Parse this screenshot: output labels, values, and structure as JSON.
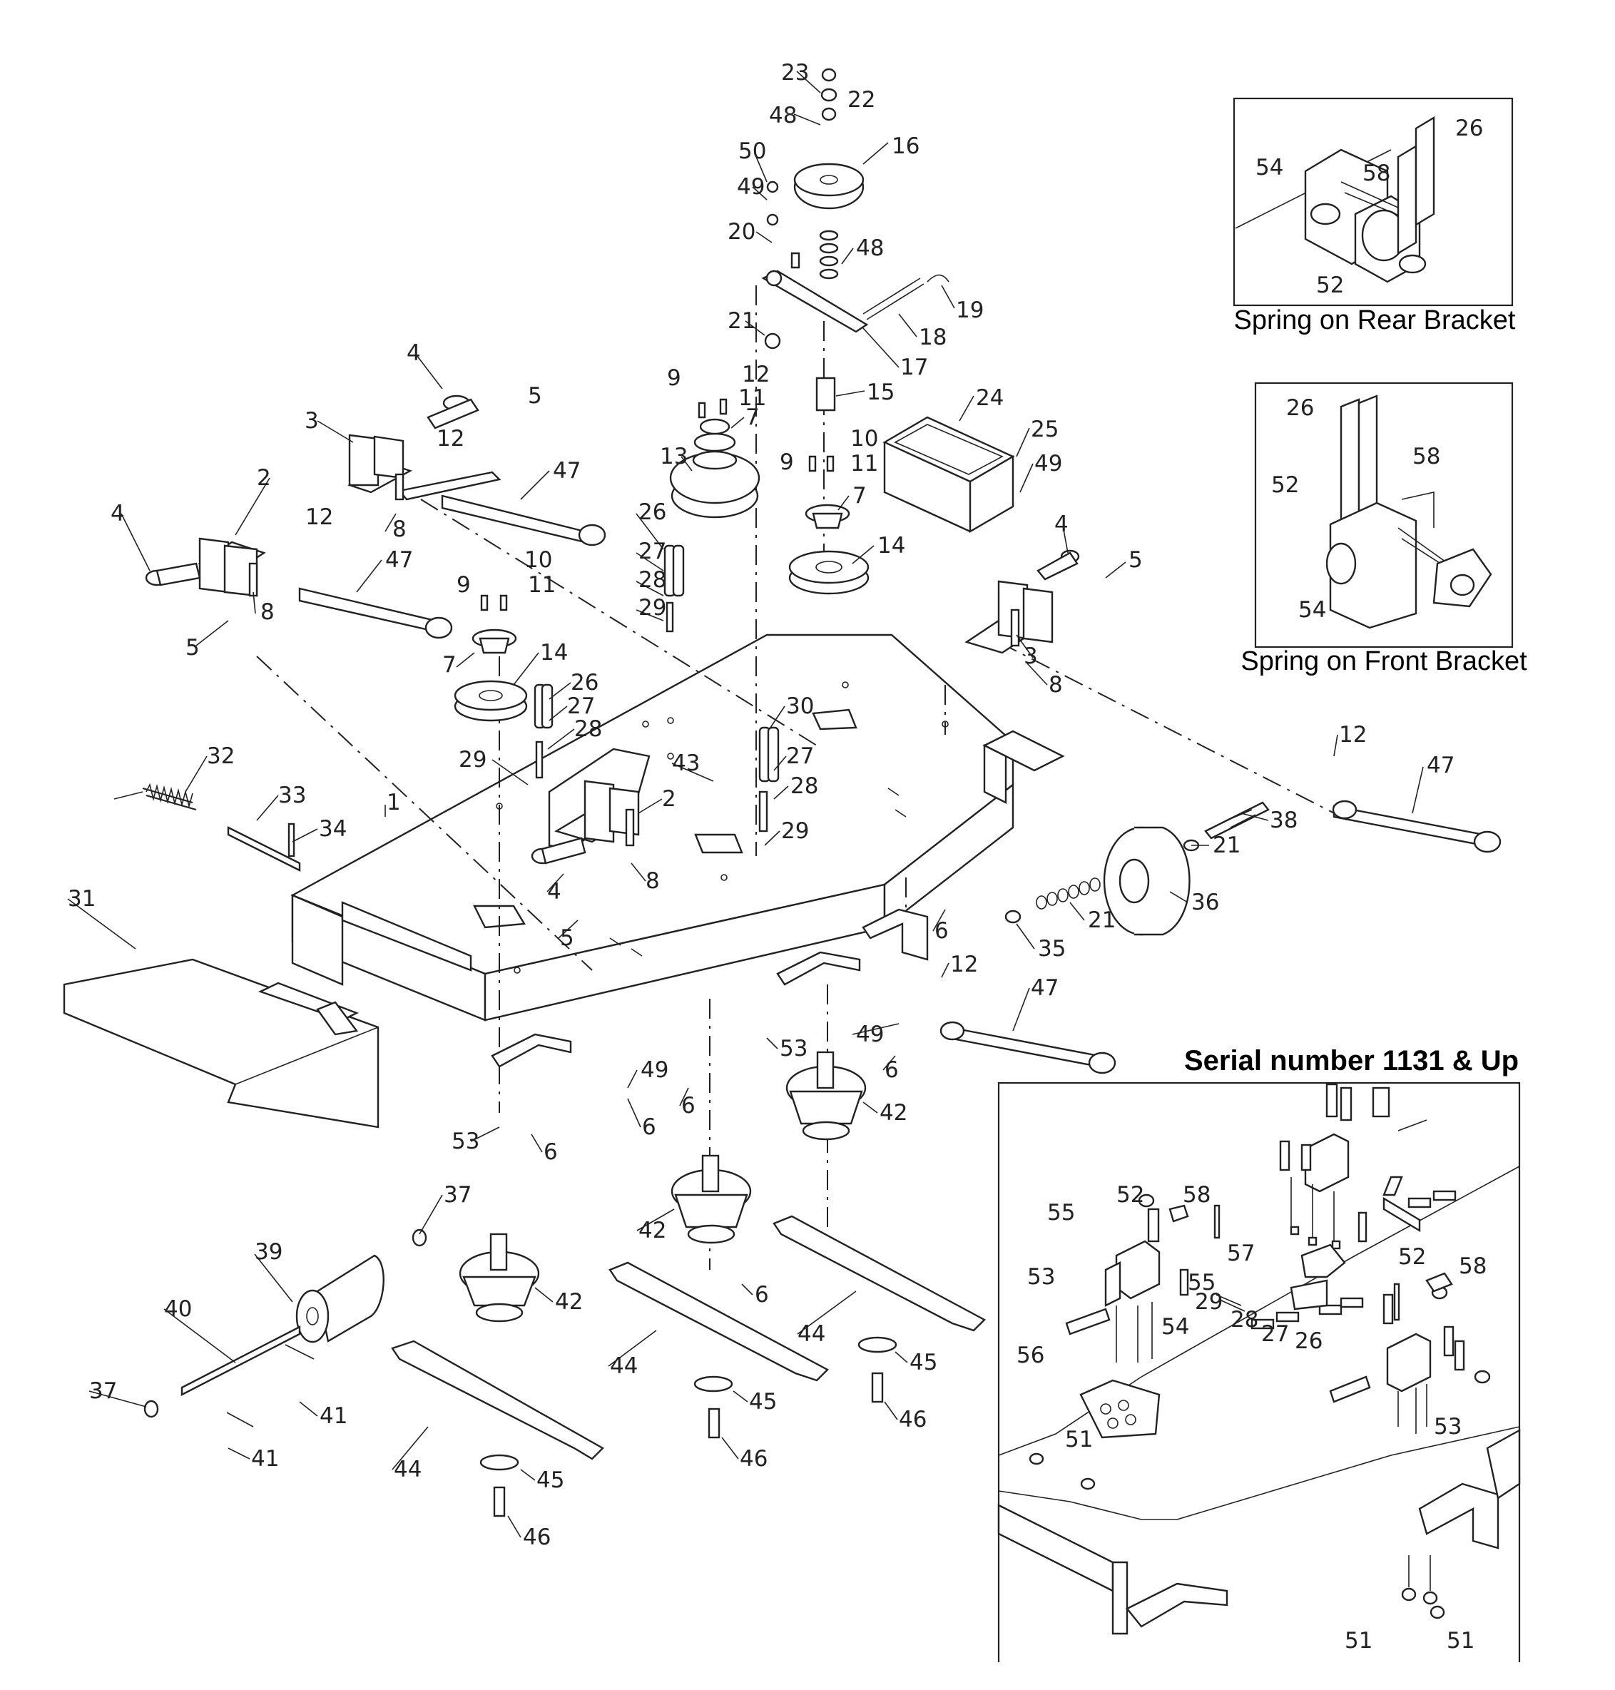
{
  "insets": {
    "rear_bracket_caption": "Spring on Rear Bracket",
    "front_bracket_caption": "Spring on Front Bracket",
    "serial_caption": "Serial number 1131 & Up"
  },
  "callouts": {
    "main": [
      {
        "id": "c1",
        "text": "1"
      },
      {
        "id": "c2a",
        "text": "2"
      },
      {
        "id": "c2b",
        "text": "2"
      },
      {
        "id": "c3a",
        "text": "3"
      },
      {
        "id": "c3b",
        "text": "3"
      },
      {
        "id": "c4a",
        "text": "4"
      },
      {
        "id": "c4b",
        "text": "4"
      },
      {
        "id": "c4c",
        "text": "4"
      },
      {
        "id": "c4d",
        "text": "4"
      },
      {
        "id": "c5a",
        "text": "5"
      },
      {
        "id": "c5b",
        "text": "5"
      },
      {
        "id": "c5c",
        "text": "5"
      },
      {
        "id": "c5d",
        "text": "5"
      },
      {
        "id": "c6a",
        "text": "6"
      },
      {
        "id": "c6b",
        "text": "6"
      },
      {
        "id": "c6c",
        "text": "6"
      },
      {
        "id": "c6d",
        "text": "6"
      },
      {
        "id": "c6e",
        "text": "6"
      },
      {
        "id": "c6f",
        "text": "6"
      },
      {
        "id": "c7a",
        "text": "7"
      },
      {
        "id": "c7b",
        "text": "7"
      },
      {
        "id": "c7c",
        "text": "7"
      },
      {
        "id": "c8a",
        "text": "8"
      },
      {
        "id": "c8b",
        "text": "8"
      },
      {
        "id": "c8c",
        "text": "8"
      },
      {
        "id": "c8d",
        "text": "8"
      },
      {
        "id": "c9a",
        "text": "9"
      },
      {
        "id": "c9b",
        "text": "9"
      },
      {
        "id": "c9c",
        "text": "9"
      },
      {
        "id": "c10a",
        "text": "10"
      },
      {
        "id": "c10b",
        "text": "10"
      },
      {
        "id": "c11a",
        "text": "11"
      },
      {
        "id": "c11b",
        "text": "11"
      },
      {
        "id": "c11c",
        "text": "11"
      },
      {
        "id": "c12a",
        "text": "12"
      },
      {
        "id": "c12b",
        "text": "12"
      },
      {
        "id": "c12c",
        "text": "12"
      },
      {
        "id": "c12d",
        "text": "12"
      },
      {
        "id": "c12e",
        "text": "12"
      },
      {
        "id": "c13",
        "text": "13"
      },
      {
        "id": "c14a",
        "text": "14"
      },
      {
        "id": "c14b",
        "text": "14"
      },
      {
        "id": "c15",
        "text": "15"
      },
      {
        "id": "c16",
        "text": "16"
      },
      {
        "id": "c17",
        "text": "17"
      },
      {
        "id": "c18",
        "text": "18"
      },
      {
        "id": "c19",
        "text": "19"
      },
      {
        "id": "c20",
        "text": "20"
      },
      {
        "id": "c21a",
        "text": "21"
      },
      {
        "id": "c21b",
        "text": "21"
      },
      {
        "id": "c21c",
        "text": "21"
      },
      {
        "id": "c22",
        "text": "22"
      },
      {
        "id": "c23",
        "text": "23"
      },
      {
        "id": "c24",
        "text": "24"
      },
      {
        "id": "c25",
        "text": "25"
      },
      {
        "id": "c26a",
        "text": "26"
      },
      {
        "id": "c26b",
        "text": "26"
      },
      {
        "id": "c27a",
        "text": "27"
      },
      {
        "id": "c27b",
        "text": "27"
      },
      {
        "id": "c27c",
        "text": "27"
      },
      {
        "id": "c28a",
        "text": "28"
      },
      {
        "id": "c28b",
        "text": "28"
      },
      {
        "id": "c28c",
        "text": "28"
      },
      {
        "id": "c29a",
        "text": "29"
      },
      {
        "id": "c29b",
        "text": "29"
      },
      {
        "id": "c29c",
        "text": "29"
      },
      {
        "id": "c30",
        "text": "30"
      },
      {
        "id": "c31",
        "text": "31"
      },
      {
        "id": "c32",
        "text": "32"
      },
      {
        "id": "c33",
        "text": "33"
      },
      {
        "id": "c34",
        "text": "34"
      },
      {
        "id": "c35",
        "text": "35"
      },
      {
        "id": "c36",
        "text": "36"
      },
      {
        "id": "c37a",
        "text": "37"
      },
      {
        "id": "c37b",
        "text": "37"
      },
      {
        "id": "c38",
        "text": "38"
      },
      {
        "id": "c39",
        "text": "39"
      },
      {
        "id": "c40",
        "text": "40"
      },
      {
        "id": "c41a",
        "text": "41"
      },
      {
        "id": "c41b",
        "text": "41"
      },
      {
        "id": "c42a",
        "text": "42"
      },
      {
        "id": "c42b",
        "text": "42"
      },
      {
        "id": "c42c",
        "text": "42"
      },
      {
        "id": "c43",
        "text": "43"
      },
      {
        "id": "c44a",
        "text": "44"
      },
      {
        "id": "c44b",
        "text": "44"
      },
      {
        "id": "c44c",
        "text": "44"
      },
      {
        "id": "c45a",
        "text": "45"
      },
      {
        "id": "c45b",
        "text": "45"
      },
      {
        "id": "c45c",
        "text": "45"
      },
      {
        "id": "c46a",
        "text": "46"
      },
      {
        "id": "c46b",
        "text": "46"
      },
      {
        "id": "c46c",
        "text": "46"
      },
      {
        "id": "c47a",
        "text": "47"
      },
      {
        "id": "c47b",
        "text": "47"
      },
      {
        "id": "c47c",
        "text": "47"
      },
      {
        "id": "c47d",
        "text": "47"
      },
      {
        "id": "c48a",
        "text": "48"
      },
      {
        "id": "c48b",
        "text": "48"
      },
      {
        "id": "c49a",
        "text": "49"
      },
      {
        "id": "c49b",
        "text": "49"
      },
      {
        "id": "c49c",
        "text": "49"
      },
      {
        "id": "c49d",
        "text": "49"
      },
      {
        "id": "c50",
        "text": "50"
      },
      {
        "id": "c53a",
        "text": "53"
      },
      {
        "id": "c53b",
        "text": "53"
      }
    ],
    "rear_inset": [
      {
        "id": "r26",
        "text": "26"
      },
      {
        "id": "r54",
        "text": "54"
      },
      {
        "id": "r58",
        "text": "58"
      },
      {
        "id": "r52",
        "text": "52"
      }
    ],
    "front_inset": [
      {
        "id": "f26",
        "text": "26"
      },
      {
        "id": "f52",
        "text": "52"
      },
      {
        "id": "f58",
        "text": "58"
      },
      {
        "id": "f54",
        "text": "54"
      }
    ],
    "serial_inset": [
      {
        "id": "s55a",
        "text": "55"
      },
      {
        "id": "s52a",
        "text": "52"
      },
      {
        "id": "s58a",
        "text": "58"
      },
      {
        "id": "s57",
        "text": "57"
      },
      {
        "id": "s53a",
        "text": "53"
      },
      {
        "id": "s55b",
        "text": "55"
      },
      {
        "id": "s29",
        "text": "29"
      },
      {
        "id": "s28",
        "text": "28"
      },
      {
        "id": "s27",
        "text": "27"
      },
      {
        "id": "s26",
        "text": "26"
      },
      {
        "id": "s54",
        "text": "54"
      },
      {
        "id": "s56",
        "text": "56"
      },
      {
        "id": "s51a",
        "text": "51"
      },
      {
        "id": "s52b",
        "text": "52"
      },
      {
        "id": "s58b",
        "text": "58"
      },
      {
        "id": "s53b",
        "text": "53"
      },
      {
        "id": "s51b",
        "text": "51"
      },
      {
        "id": "s51c",
        "text": "51"
      }
    ]
  }
}
